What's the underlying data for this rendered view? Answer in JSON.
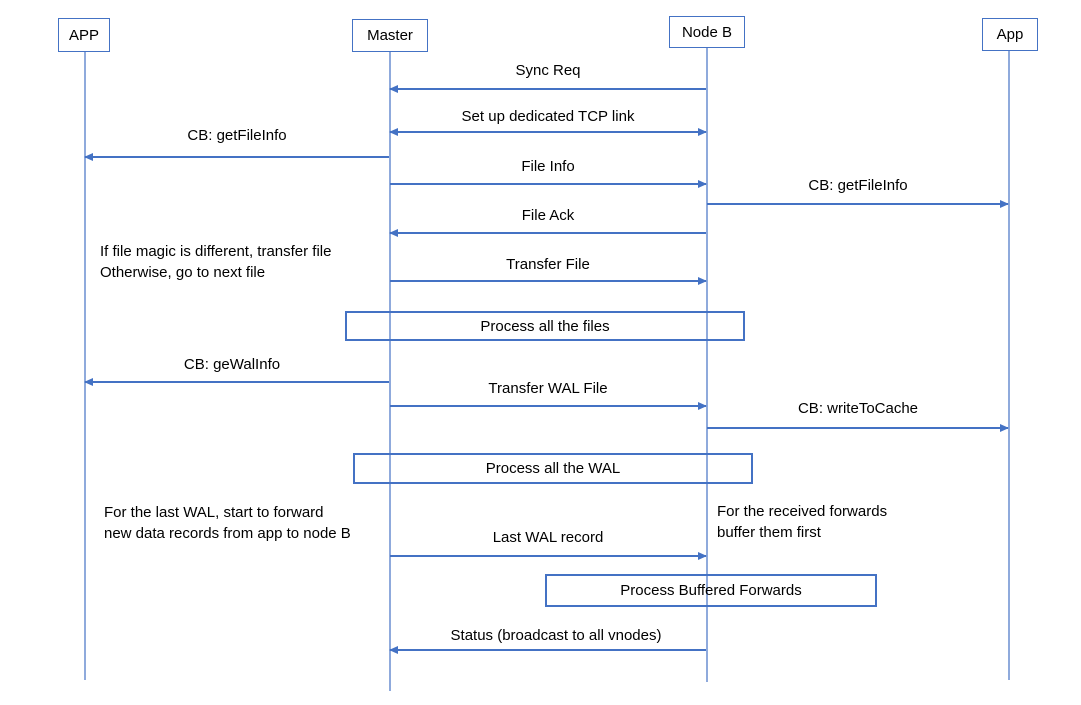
{
  "actors": {
    "app_left": "APP",
    "master": "Master",
    "node_b": "Node B",
    "app_right": "App"
  },
  "messages": {
    "sync_req": "Sync Req",
    "tcp_link": "Set up dedicated TCP link",
    "cb_getfileinfo_left": "CB: getFileInfo",
    "file_info": "File Info",
    "cb_getfileinfo_right": "CB: getFileInfo",
    "file_ack": "File Ack",
    "transfer_file": "Transfer File",
    "cb_gewalinfo": "CB: geWalInfo",
    "transfer_wal_file": "Transfer WAL File",
    "cb_writetocache": "CB: writeToCache",
    "last_wal_record": "Last WAL record",
    "status_broadcast": "Status (broadcast to all vnodes)"
  },
  "process_boxes": {
    "files": "Process all the files",
    "wal": "Process all the WAL",
    "buffered": "Process Buffered Forwards"
  },
  "annotations": {
    "file_magic_line1": "If file magic is different, transfer file",
    "file_magic_line2": "Otherwise, go to next file",
    "last_wal_line1": "For the last WAL, start to forward",
    "last_wal_line2": "new data records from app to node B",
    "received_line1": "For the received forwards",
    "received_line2": "buffer them first"
  },
  "colors": {
    "arrow": "#4472C4",
    "lifeline": "#8FAADC",
    "text": "#000000",
    "background": "#FFFFFF"
  }
}
